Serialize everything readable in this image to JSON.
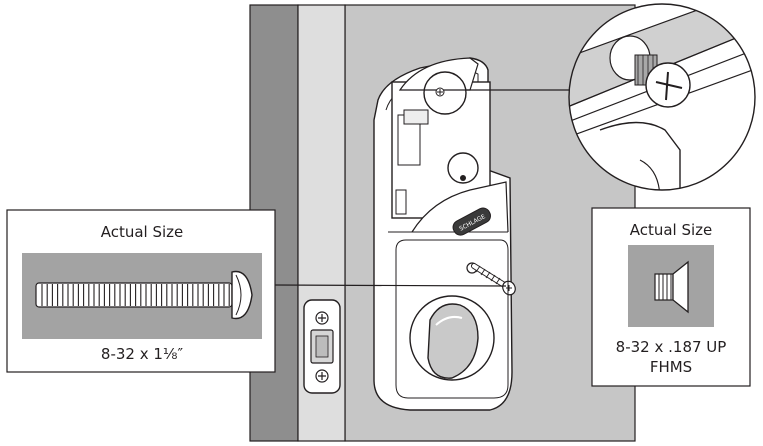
{
  "left_callout": {
    "title": "Actual Size",
    "caption": "8-32 x 1⅛″",
    "screw_type": "machine-screw-pan-head"
  },
  "right_callout": {
    "title": "Actual Size",
    "caption_line1": "8-32 x .187 UP",
    "caption_line2": "FHMS",
    "screw_type": "flat-head-machine-screw"
  },
  "lock": {
    "brand_mark": "SCHLAGE"
  },
  "colors": {
    "door": "#c9c9c9",
    "door_dark": "#8c8c8c",
    "screw_panel": "#a3a3a3",
    "zoom_panel": "#bdbdbd",
    "line": "#231f20"
  }
}
